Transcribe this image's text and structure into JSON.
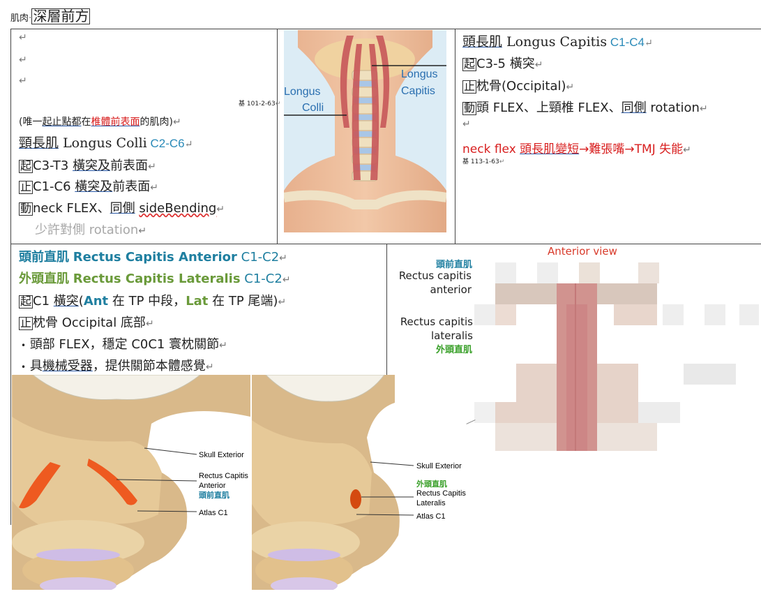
{
  "title": {
    "prefix": "肌肉",
    "boxed": "深層前方"
  },
  "left_top": {
    "ref": "基 101-2-63",
    "note": {
      "a": "(唯一",
      "b": "起止點都",
      "c": "在",
      "d": "椎體前表面",
      "e": "的肌肉)"
    },
    "muscle": {
      "zh": "頸長肌",
      "en": "Longus Colli",
      "seg": "C2-C6"
    },
    "origin": {
      "mark": "起",
      "text1": "C3-T3",
      "text2": "橫突及",
      "text3": "前表面"
    },
    "insertion": {
      "mark": "止",
      "text1": "C1-C6",
      "text2": "橫突及",
      "text3": "前表面"
    },
    "action": {
      "mark": "動",
      "text1": "neck FLEX、",
      "text2": "同側",
      "text3": "sideBending"
    },
    "action2": "少許對側 rotation"
  },
  "neck_figure": {
    "label_left1": "Longus",
    "label_left2": "Colli",
    "label_right1": "Longus",
    "label_right2": "Capitis"
  },
  "right_top": {
    "muscle": {
      "zh": "頭長肌",
      "en": "Longus Capitis",
      "seg": "C1-C4"
    },
    "origin": {
      "mark": "起",
      "text": "C3-5 橫突"
    },
    "insertion": {
      "mark": "止",
      "text": "枕骨(Occipital)"
    },
    "action": {
      "mark": "動",
      "text1": "頭 FLEX、上頸椎 FLEX、",
      "text2": "同側",
      "text3": "rotation"
    },
    "note": {
      "a": "neck flex ",
      "b": "頭長肌變短",
      "c": "→難張嘴→TMJ 失能"
    },
    "ref": "基 113-1-63"
  },
  "bottom_left": {
    "m1": {
      "zh": "頭前直肌",
      "en": "Rectus Capitis Anterior",
      "seg": "C1-C2"
    },
    "m2": {
      "zh": "外頭直肌",
      "en": "Rectus Capitis Lateralis",
      "seg": "C1-C2"
    },
    "origin": {
      "mark": "起",
      "t1": "C1",
      "t2": "橫突",
      "t3": "(",
      "t4": "Ant",
      "t5": " 在 TP 中段，",
      "t6": "Lat",
      "t7": " 在 TP 尾端)"
    },
    "insertion": {
      "mark": "止",
      "text": "枕骨 Occipital 底部"
    },
    "b1": "頭部 FLEX，穩定 C0C1 寰枕關節",
    "b2": {
      "a": "具",
      "b": "機械受器",
      "c": "，提供關節本體感覺"
    }
  },
  "skull_a": {
    "l1": "Skull Exterior",
    "l2a": "Rectus Capitis",
    "l2b": "Anterior",
    "l2c": "頭前直肌",
    "l3": "Atlas C1"
  },
  "skull_b": {
    "l1": "Skull Exterior",
    "l2c": "外頭直肌",
    "l2a": "Rectus Capitis",
    "l2b": "Lateralis",
    "l3": "Atlas C1"
  },
  "anterior_view": {
    "title": "Anterior view",
    "l1": "頭前直肌",
    "l2": "Rectus capitis",
    "l3": "anterior",
    "l4": "Rectus capitis",
    "l5": "lateralis",
    "l6": "外頭直肌"
  },
  "colors": {
    "blue": "#2a8ab8",
    "green": "#6a9a3a",
    "red": "#d81e1e",
    "orange": "#e8561e",
    "bone": "#e9cf9e"
  }
}
